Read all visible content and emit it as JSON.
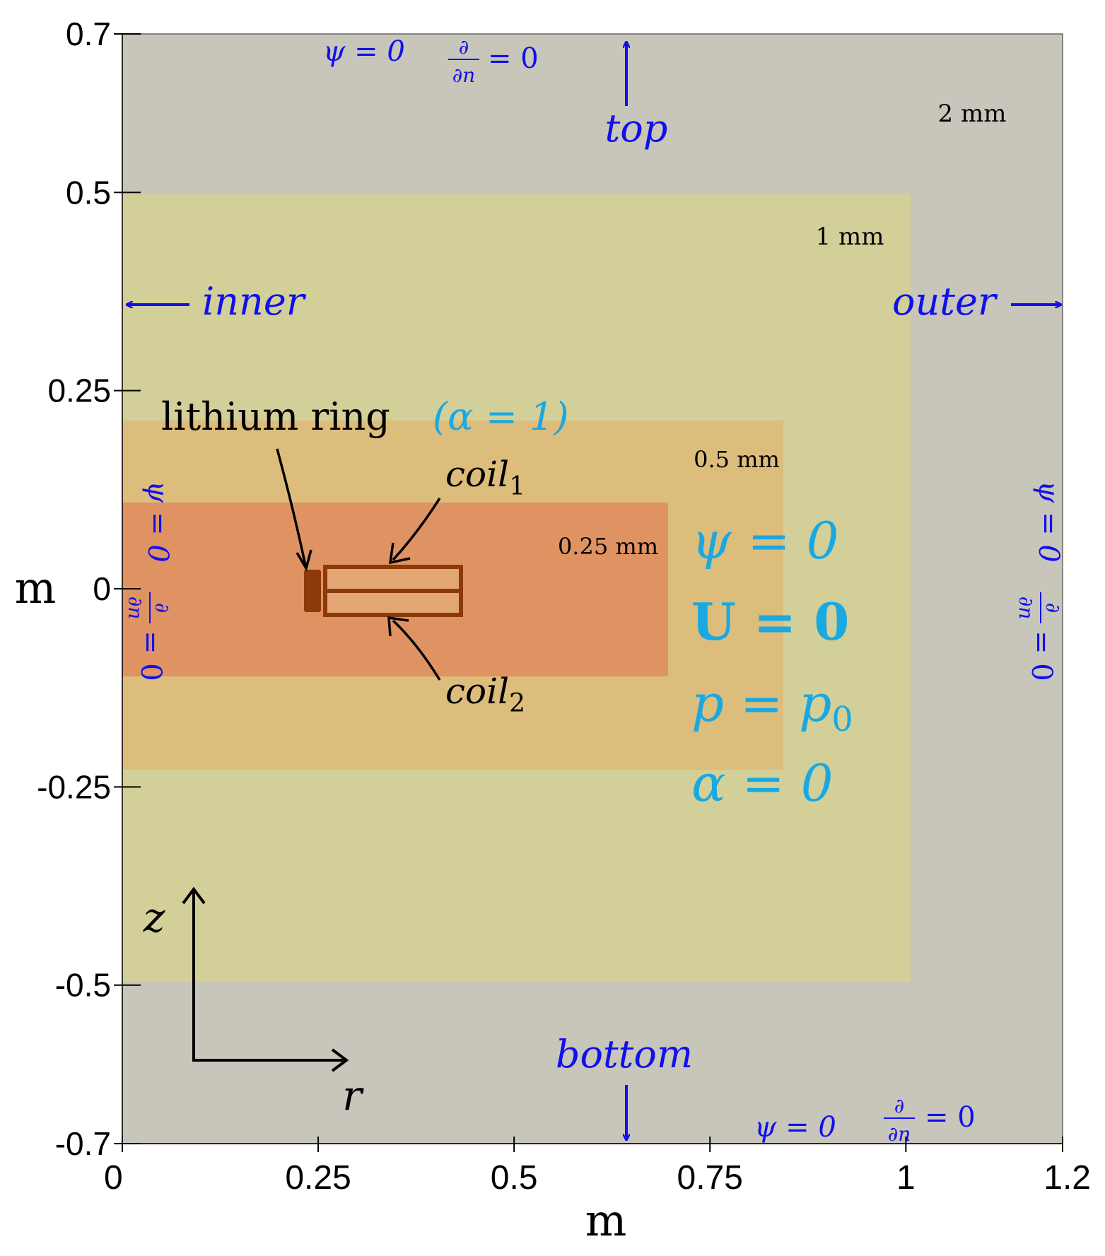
{
  "colors": {
    "mesh_2mm": "#c8c5bb",
    "mesh_1mm": "#d2d098",
    "mesh_05mm": "#dcbd7c",
    "mesh_025mm": "#e09362",
    "coil_fill": "#e3a574",
    "coil_stroke": "#8c3a08",
    "ring": "#8c3a08",
    "boundary_label": "#1010ee",
    "region_label": "#1aa8e0",
    "black": "#000000"
  },
  "axes": {
    "x_label": "m",
    "y_label": "m",
    "x_ticks": [
      {
        "value": 0,
        "label": "0"
      },
      {
        "value": 0.25,
        "label": "0.25"
      },
      {
        "value": 0.5,
        "label": "0.5"
      },
      {
        "value": 0.75,
        "label": "0.75"
      },
      {
        "value": 1,
        "label": "1"
      },
      {
        "value": 1.2,
        "label": "1.2"
      }
    ],
    "y_ticks": [
      {
        "value": 0.7,
        "label": "0.7"
      },
      {
        "value": 0.5,
        "label": "0.5"
      },
      {
        "value": 0.25,
        "label": "0.25"
      },
      {
        "value": 0,
        "label": "0"
      },
      {
        "value": -0.25,
        "label": "-0.25"
      },
      {
        "value": -0.5,
        "label": "-0.5"
      },
      {
        "value": -0.7,
        "label": "-0.7"
      }
    ],
    "x_range": [
      0,
      1.2
    ],
    "y_range": [
      -0.7,
      0.7
    ]
  },
  "regions": {
    "mesh_2mm": {
      "label": "2 mm",
      "r_range": [
        0,
        1.2
      ],
      "z_range": [
        -0.7,
        0.7
      ]
    },
    "mesh_1mm": {
      "label": "1 mm",
      "r_range": [
        0,
        1.0
      ],
      "z_range": [
        -0.5,
        0.5
      ]
    },
    "mesh_05mm": {
      "label": "0.5 mm",
      "r_range": [
        0,
        0.85
      ],
      "z_range": [
        -0.23,
        0.22
      ]
    },
    "mesh_025mm": {
      "label": "0.25 mm",
      "r_range": [
        0,
        0.7
      ],
      "z_range": [
        -0.11,
        0.11
      ]
    }
  },
  "boundaries": {
    "top_label": "top",
    "bottom_label": "bottom",
    "inner_label": "inner",
    "outer_label": "outer",
    "psi": "ψ = 0",
    "d_num": "∂",
    "d_den": "∂n",
    "eq_zero": "= 0"
  },
  "annotations": {
    "lithium_ring": "lithium ring",
    "alpha_one": "(α = 1)",
    "coil1_base": "coil",
    "coil1_sub": "1",
    "coil2_base": "coil",
    "coil2_sub": "2"
  },
  "conditions": {
    "psi": "ψ = 0",
    "U": "U = 0",
    "p_lhs": "p = p",
    "p_sub": "0",
    "alpha": "α = 0"
  },
  "coord_axes": {
    "z": "z",
    "r": "r"
  }
}
